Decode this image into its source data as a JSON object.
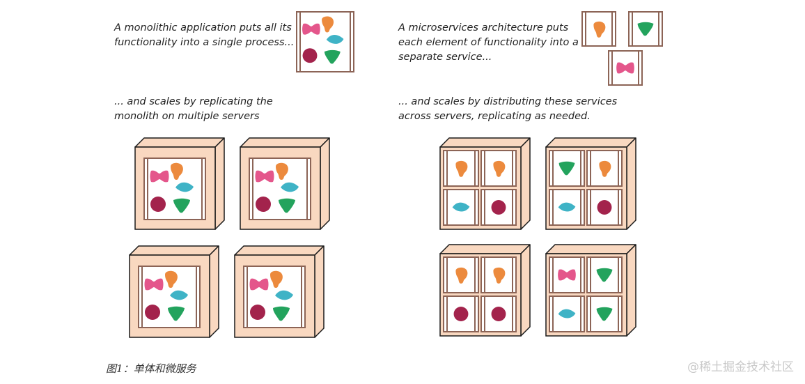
{
  "texts": {
    "mono_intro": "A monolithic application puts all its\nfunctionality into a single process...",
    "micro_intro": "A microservices architecture puts\neach element of functionality into a\nseparate service...",
    "mono_scale": "... and scales by replicating the\nmonolith on multiple servers",
    "micro_scale": "... and scales by distributing these services\nacross servers, replicating as needed."
  },
  "caption": "图1：单体和微服务",
  "watermark": "@稀土掘金技术社区",
  "colors": {
    "pink": "#e4568b",
    "orange": "#ec8a3d",
    "teal": "#3fb3c6",
    "maroon": "#a3234c",
    "green": "#23a35d",
    "server": "#f9d8c0",
    "frame": "#8c6456",
    "outline": "#1a1a1a"
  },
  "monolith": {
    "items": [
      "pink-bowtie",
      "orange-blob",
      "teal-diamond",
      "maroon-circle",
      "green-triangle"
    ]
  },
  "microservices": {
    "services": [
      "orange-blob",
      "green-triangle",
      "pink-bowtie"
    ]
  },
  "mono_servers": [
    {
      "name": "monolith-server-1"
    },
    {
      "name": "monolith-server-2"
    },
    {
      "name": "monolith-server-3"
    },
    {
      "name": "monolith-server-4"
    }
  ],
  "micro_servers": [
    {
      "name": "microservice-server-1",
      "services": [
        "orange-blob",
        "orange-blob",
        "teal-diamond",
        "maroon-circle"
      ]
    },
    {
      "name": "microservice-server-2",
      "services": [
        "green-triangle",
        "orange-blob",
        "teal-diamond",
        "maroon-circle"
      ]
    },
    {
      "name": "microservice-server-3",
      "services": [
        "orange-blob",
        "orange-blob",
        "maroon-circle",
        "maroon-circle"
      ]
    },
    {
      "name": "microservice-server-4",
      "services": [
        "pink-bowtie",
        "green-triangle",
        "teal-diamond",
        "green-triangle"
      ]
    }
  ]
}
